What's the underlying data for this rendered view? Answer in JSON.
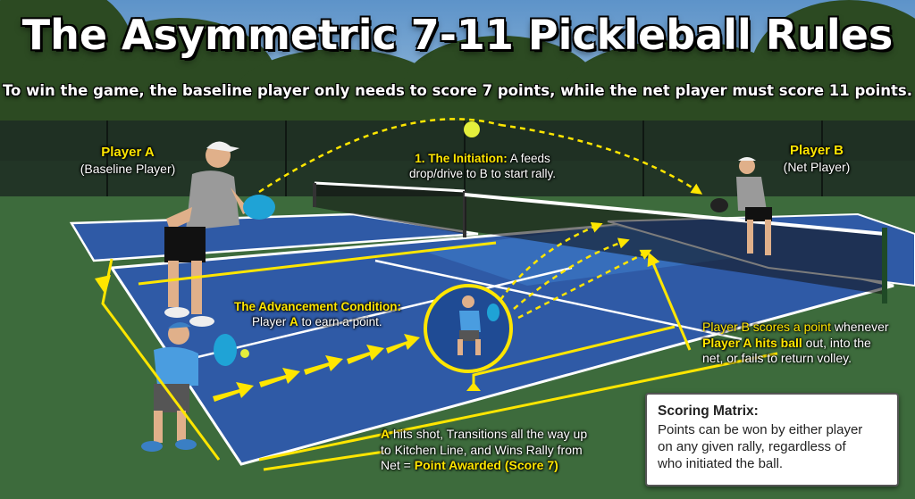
{
  "title": "The Asymmetric 7-11 Pickleball Rules",
  "subtitle": "To win the game, the baseline player only needs to score 7 points, while the net player must score 11 points.",
  "player_a": {
    "name": "Player A",
    "role": "(Baseline Player)"
  },
  "player_b": {
    "name": "Player B",
    "role": "(Net Player)"
  },
  "initiation": {
    "heading": "1. The Initiation:",
    "text1": "A feeds",
    "text2": "drop/drive to B to start rally."
  },
  "advancement": {
    "heading": "The Advancement Condition:",
    "pre": "Player ",
    "player": "A",
    "post": " to earn a point."
  },
  "b_scores": {
    "lead": "Player B scores a point",
    "rest1": " whenever",
    "bold": "Player A hits ball",
    "rest2": " out, into the",
    "line3": "net, or fails to return volley."
  },
  "point_awarded": {
    "a": "A",
    "line1": " hits shot, Transitions all the way up",
    "line2": "to Kitchen Line, and Wins Rally from",
    "line3": "Net = ",
    "bold": "Point Awarded (Score 7)"
  },
  "matrix": {
    "heading": "Scoring Matrix:",
    "line1": "Points can be won by either player",
    "line2": "on any given rally, regardless of",
    "line3": "who initiated the ball."
  },
  "colors": {
    "accent": "#ffe600",
    "court_blue": "#2f5aa6",
    "court_green": "#3d6b3c"
  }
}
